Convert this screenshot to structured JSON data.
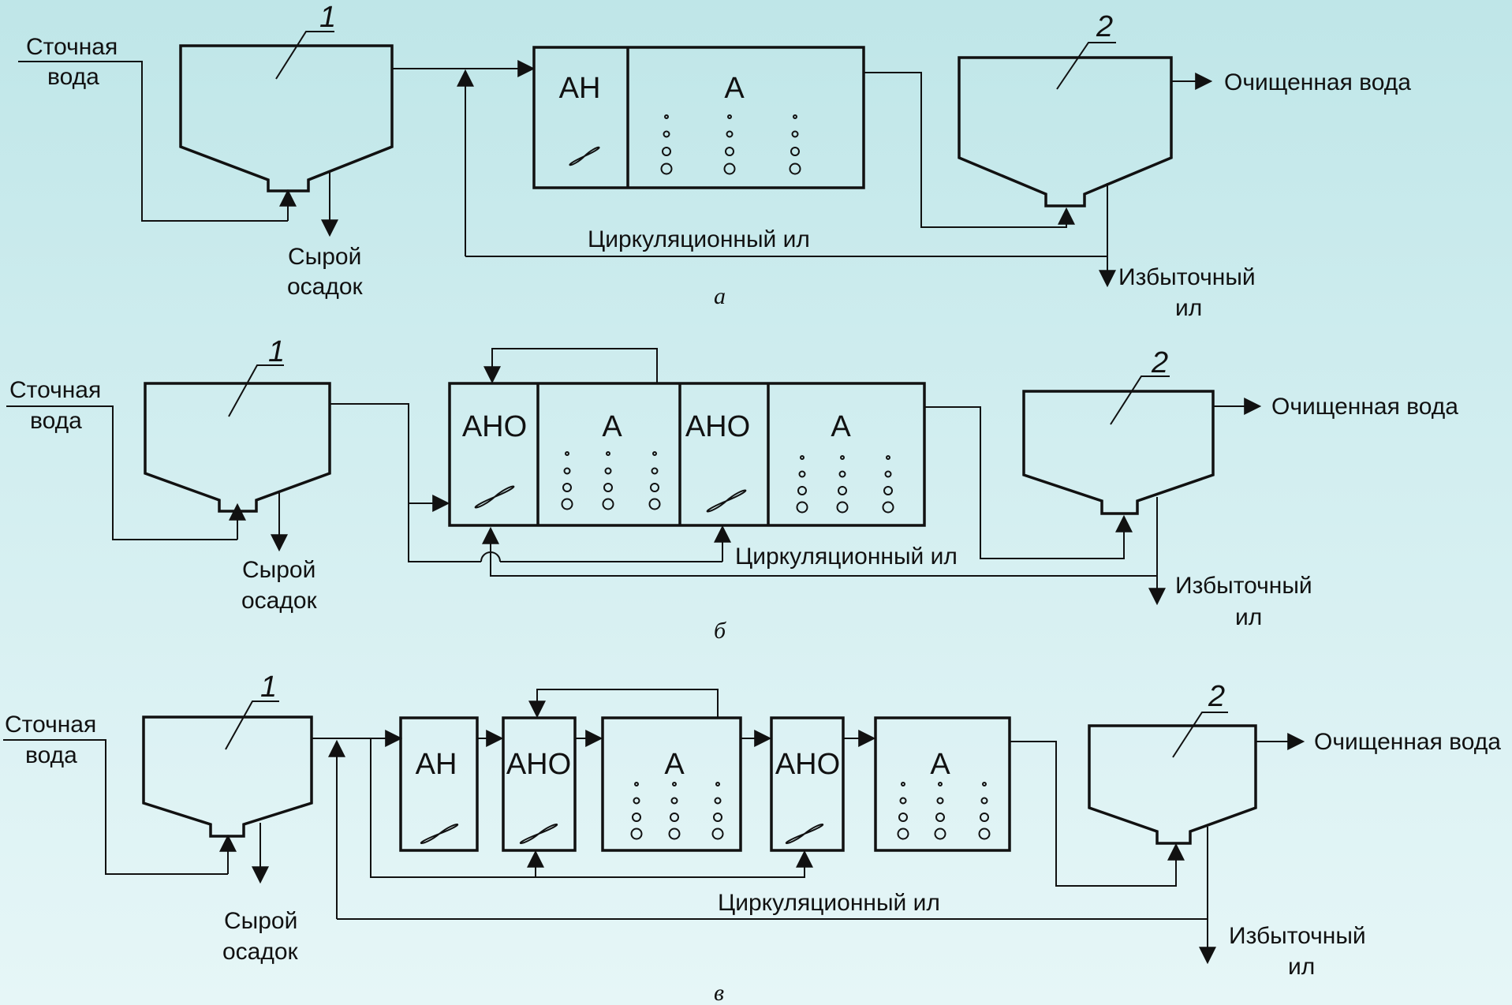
{
  "colors": {
    "background": "#c8eaec",
    "ink": "#111111"
  },
  "icons": {
    "mixer": "mixer-infinity-icon",
    "aerator": "air-bubbles-icon"
  },
  "labels": {
    "wastewater_1": "Сточная",
    "wastewater_2": "вода",
    "raw_sludge_1": "Сырой",
    "raw_sludge_2": "осадок",
    "treated_water": "Очищенная вода",
    "circulating_sludge": "Циркуляционный ил",
    "excess_sludge_1": "Избыточный",
    "excess_sludge_2": "ил",
    "primary_clarifier": "1",
    "secondary_clarifier": "2"
  },
  "zones": {
    "an": "АН",
    "ano": "АНО",
    "a": "А"
  },
  "schemes": [
    {
      "caption": "а",
      "zones": [
        "АН",
        "А"
      ]
    },
    {
      "caption": "б",
      "zones": [
        "АНО",
        "А",
        "АНО",
        "А"
      ]
    },
    {
      "caption": "в",
      "zones": [
        "АН",
        "АНО",
        "А",
        "АНО",
        "А"
      ]
    }
  ]
}
